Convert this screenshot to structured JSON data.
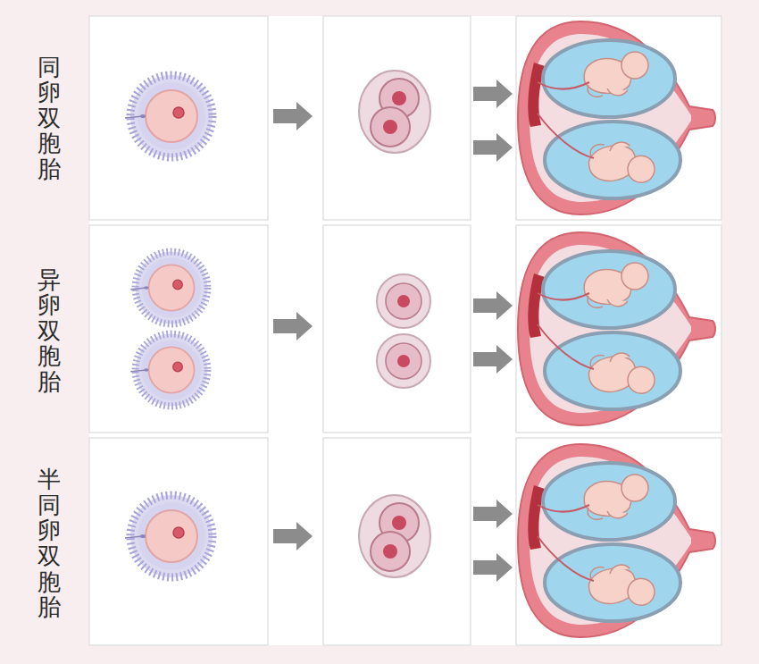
{
  "diagram": {
    "labels": [
      "同卵双胞胎",
      "异卵双胞胎",
      "半同卵双胞胎"
    ]
  }
}
